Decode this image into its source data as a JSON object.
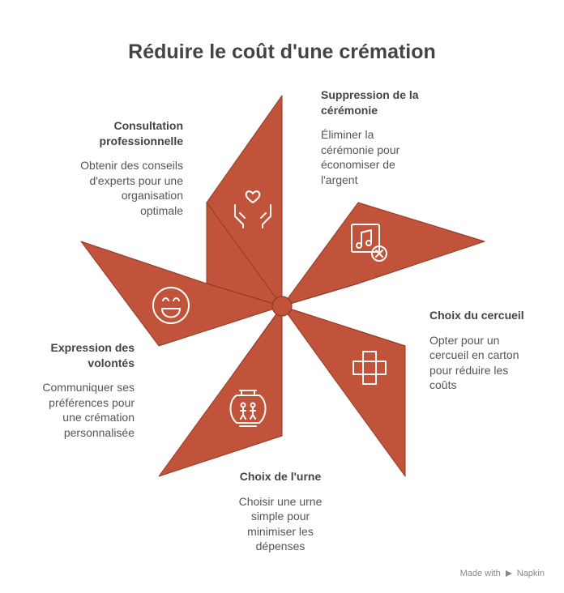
{
  "title": "Réduire le coût d'une crémation",
  "colors": {
    "blade": "#c1533a",
    "blade_edge": "#8e3a27",
    "text": "#444444"
  },
  "items": [
    {
      "id": "consultation",
      "title_lines": [
        "Consultation",
        "professionnelle"
      ],
      "desc_lines": [
        "Obtenir des conseils",
        "d'experts pour une",
        "organisation",
        "optimale"
      ],
      "icon": "helping-hands-heart-icon"
    },
    {
      "id": "suppression",
      "title_lines": [
        "Suppression de la",
        "cérémonie"
      ],
      "desc_lines": [
        "Éliminer la",
        "cérémonie pour",
        "économiser de",
        "l'argent"
      ],
      "icon": "music-note-cancel-icon"
    },
    {
      "id": "cercueil",
      "title_lines": [
        "Choix du cercueil"
      ],
      "desc_lines": [
        "Opter pour un",
        "cercueil en carton",
        "pour réduire les",
        "coûts"
      ],
      "icon": "cross-box-icon"
    },
    {
      "id": "urne",
      "title_lines": [
        "Choix de l'urne"
      ],
      "desc_lines": [
        "Choisir une urne",
        "simple pour",
        "minimiser les",
        "dépenses"
      ],
      "icon": "urn-icon"
    },
    {
      "id": "volontes",
      "title_lines": [
        "Expression des",
        "volontés"
      ],
      "desc_lines": [
        "Communiquer ses",
        "préférences pour",
        "une crémation",
        "personnalisée"
      ],
      "icon": "smiley-face-icon"
    }
  ],
  "footer": {
    "made_with": "Made with",
    "brand": "Napkin"
  }
}
